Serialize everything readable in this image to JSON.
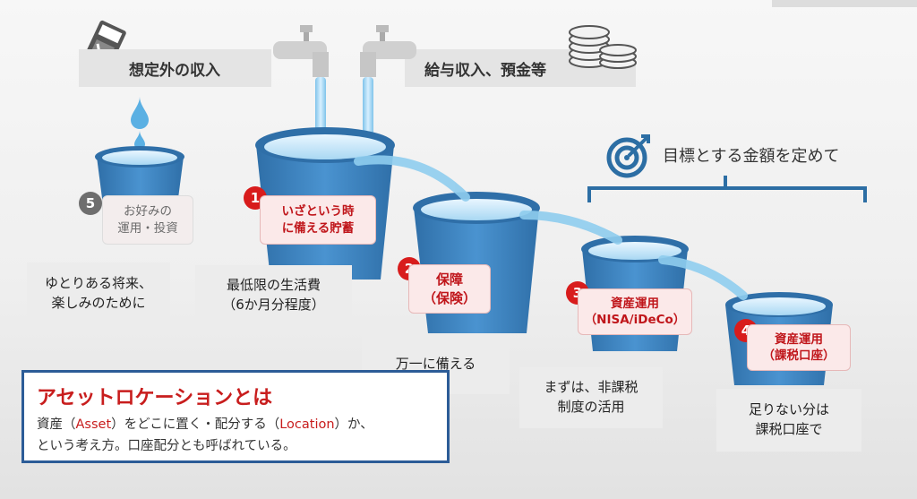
{
  "top": {
    "unexpected_income": "想定外の収入",
    "salary_income": "給与収入、預金等",
    "target_caption": "目標とする金額を定めて"
  },
  "buckets": [
    {
      "number": "5",
      "label_line1": "お好みの",
      "label_line2": "運用・投資",
      "note_line1": "ゆとりある将来、",
      "note_line2": "楽しみのために"
    },
    {
      "number": "1",
      "label_line1": "いざという時",
      "label_line2": "に備える貯蓄",
      "note_line1": "最低限の生活費",
      "note_line2": "（6か月分程度）"
    },
    {
      "number": "2",
      "label_line1": "保障",
      "label_line2": "（保険）",
      "note_line1": "万一に備える",
      "note_line2": ""
    },
    {
      "number": "3",
      "label_line1": "資産運用",
      "label_line2": "（NISA/iDeCo）",
      "note_line1": "まずは、非課税",
      "note_line2": "制度の活用"
    },
    {
      "number": "4",
      "label_line1": "資産運用",
      "label_line2": "（課税口座）",
      "note_line1": "足りない分は",
      "note_line2": "課税口座で"
    }
  ],
  "definition": {
    "title": "アセットロケーションとは",
    "line1_a": "資産（",
    "line1_asset": "Asset",
    "line1_b": "）をどこに置く・配分する（",
    "line1_location": "Location",
    "line1_c": "）か、",
    "line2": "という考え方。口座配分とも呼ばれている。"
  },
  "colors": {
    "accent_red": "#c81d1d",
    "bucket_blue": "#3f86c4",
    "bracket_blue": "#2c6ea4"
  },
  "icons": [
    "gift-ticket-icon",
    "water-drop-icon",
    "faucet-icon",
    "coins-icon",
    "target-icon"
  ]
}
